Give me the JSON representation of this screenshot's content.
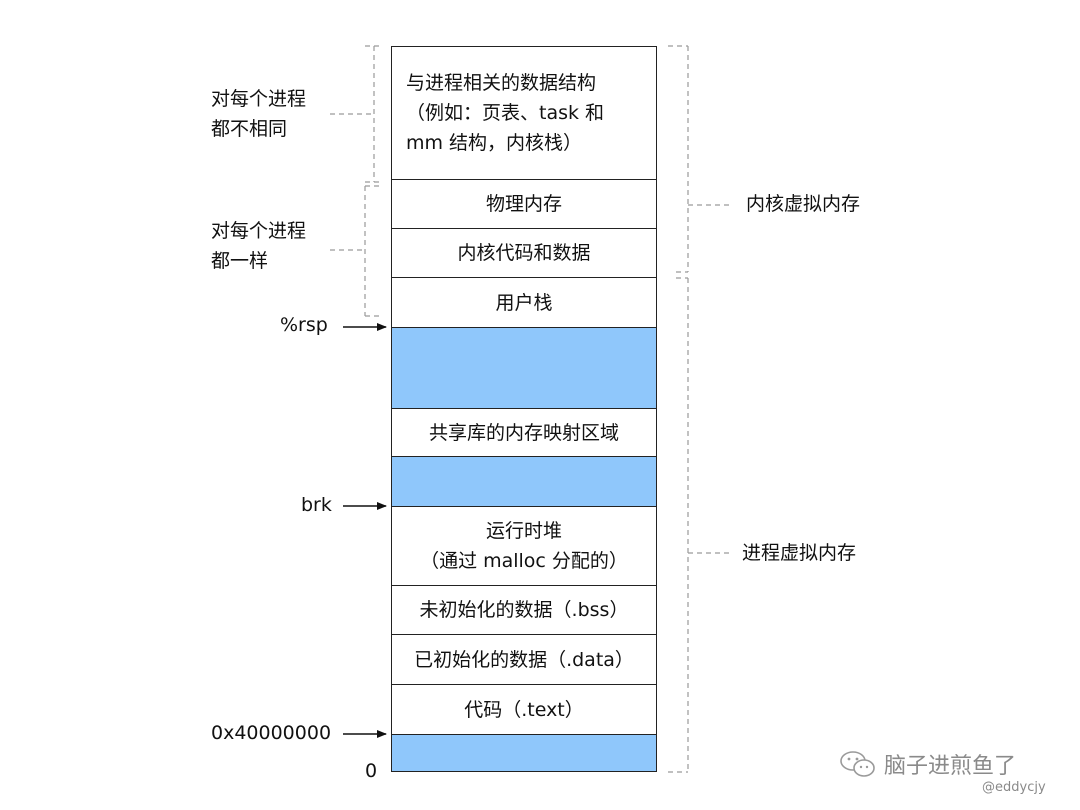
{
  "segments": {
    "kernel_struct": [
      "与进程相关的数据结构",
      "（例如：页表、task 和",
      "mm 结构，内核栈）"
    ],
    "physical_memory": "物理内存",
    "kernel_code": "内核代码和数据",
    "user_stack": "用户栈",
    "shared_lib": "共享库的内存映射区域",
    "heap": [
      "运行时堆",
      "（通过 malloc 分配的）"
    ],
    "bss": "未初始化的数据（.bss）",
    "data": "已初始化的数据（.data）",
    "text": "代码（.text）"
  },
  "left_labels": {
    "per_process_diff": [
      "对每个进程",
      "都不相同"
    ],
    "per_process_same": [
      "对每个进程",
      "都一样"
    ]
  },
  "right_labels": {
    "kernel_vm": "内核虚拟内存",
    "process_vm": "进程虚拟内存"
  },
  "pointers": {
    "rsp": "%rsp",
    "brk": "brk",
    "start": "0x40000000",
    "zero": "0"
  },
  "watermark": {
    "channel": "脑子进煎鱼了",
    "handle": "@eddycjy"
  },
  "colors": {
    "free_region": "#8fc7fb",
    "border": "#222222",
    "bracket": "#9a9a9a"
  }
}
